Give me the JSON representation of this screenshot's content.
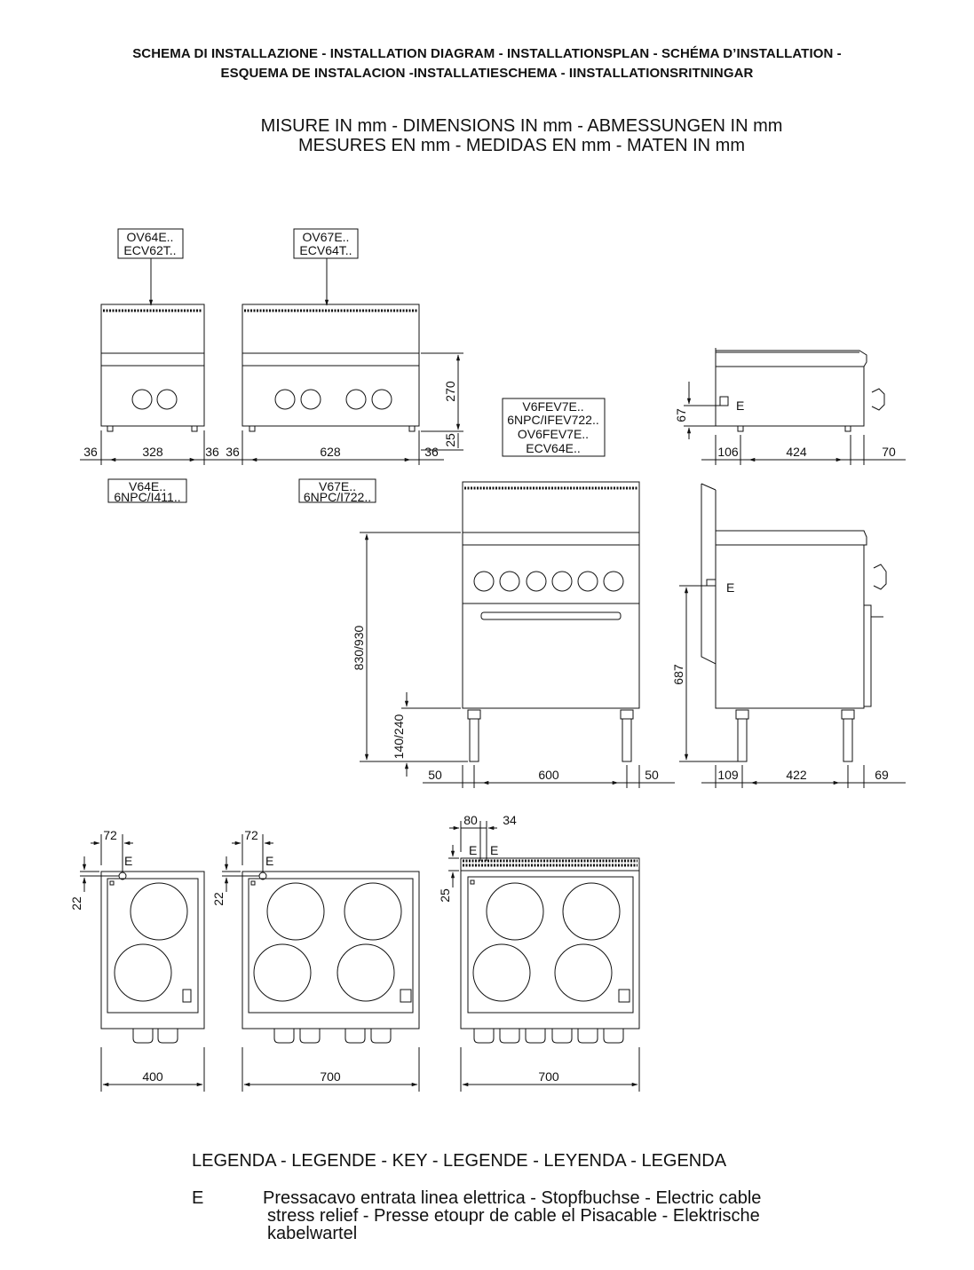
{
  "header": {
    "line1": "SCHEMA DI INSTALLAZIONE - INSTALLATION DIAGRAM - INSTALLATIONSPLAN - SCHÉMA D’INSTALLATION -",
    "line2": "ESQUEMA DE INSTALACION -INSTALLATIESCHEMA - IINSTALLATIONSRITNINGAR"
  },
  "subtitle": {
    "line1": "MISURE IN mm - DIMENSIONS IN mm - ABMESSUNGEN IN mm",
    "line2": "MESURES EN mm - MEDIDAS EN mm - MATEN IN mm"
  },
  "models": {
    "top_small": [
      "OV64E..",
      "ECV62T.."
    ],
    "top_large": [
      "OV67E..",
      "ECV64T.."
    ],
    "bottom_small": [
      "V64E..",
      "6NPC/I411.."
    ],
    "bottom_large": [
      "V67E..",
      "6NPC/I722.."
    ],
    "oven": [
      "V6FEV7E..",
      "6NPC/IFEV722..",
      "OV6FEV7E..",
      "ECV64E.."
    ]
  },
  "dims": {
    "d36": "36",
    "d328": "328",
    "d628": "628",
    "d270": "270",
    "d25": "25",
    "d67": "67",
    "d106": "106",
    "d424": "424",
    "d70": "70",
    "d830": "830/930",
    "d140": "140/240",
    "d687": "687",
    "d50": "50",
    "d600": "600",
    "d109": "109",
    "d422": "422",
    "d69": "69",
    "d72": "72",
    "d22": "22",
    "d80": "80",
    "d34": "34",
    "d400": "400",
    "d700": "700"
  },
  "marker": "E",
  "legend": {
    "title": "LEGENDA - LEGENDE - KEY - LEGENDE - LEYENDA - LEGENDA",
    "key": "E",
    "line1": "Pressacavo entrata linea elettrica - Stopfbuchse - Electric cable",
    "line2": "stress relief - Presse etoupr de cable el Pisacable - Elektrische",
    "line3": "kabelwartel"
  }
}
